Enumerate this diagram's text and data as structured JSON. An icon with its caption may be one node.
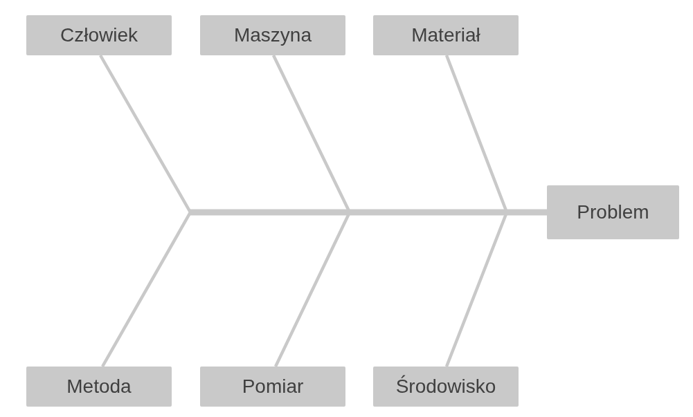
{
  "diagram": {
    "nodes": [
      {
        "text": [
          "Człowiek"
        ]
      },
      {
        "text": [
          "Maszyna"
        ]
      },
      {
        "text": [
          "Materiał"
        ]
      },
      {
        "text": [
          "Problem"
        ]
      },
      {
        "text": [
          "Metoda"
        ]
      },
      {
        "text": [
          "Pomiar"
        ]
      },
      {
        "text": [
          "Środowisko"
        ]
      }
    ],
    "edges": [
      {
        "from": 0,
        "to": 3,
        "arrow": "none"
      },
      {
        "from": 1,
        "to": 3,
        "arrow": "none"
      },
      {
        "from": 2,
        "to": 3,
        "arrow": "none"
      },
      {
        "from": 4,
        "to": 3,
        "arrow": "none"
      },
      {
        "from": 5,
        "to": 3,
        "arrow": "none"
      },
      {
        "from": 6,
        "to": 3,
        "arrow": "none"
      }
    ]
  }
}
